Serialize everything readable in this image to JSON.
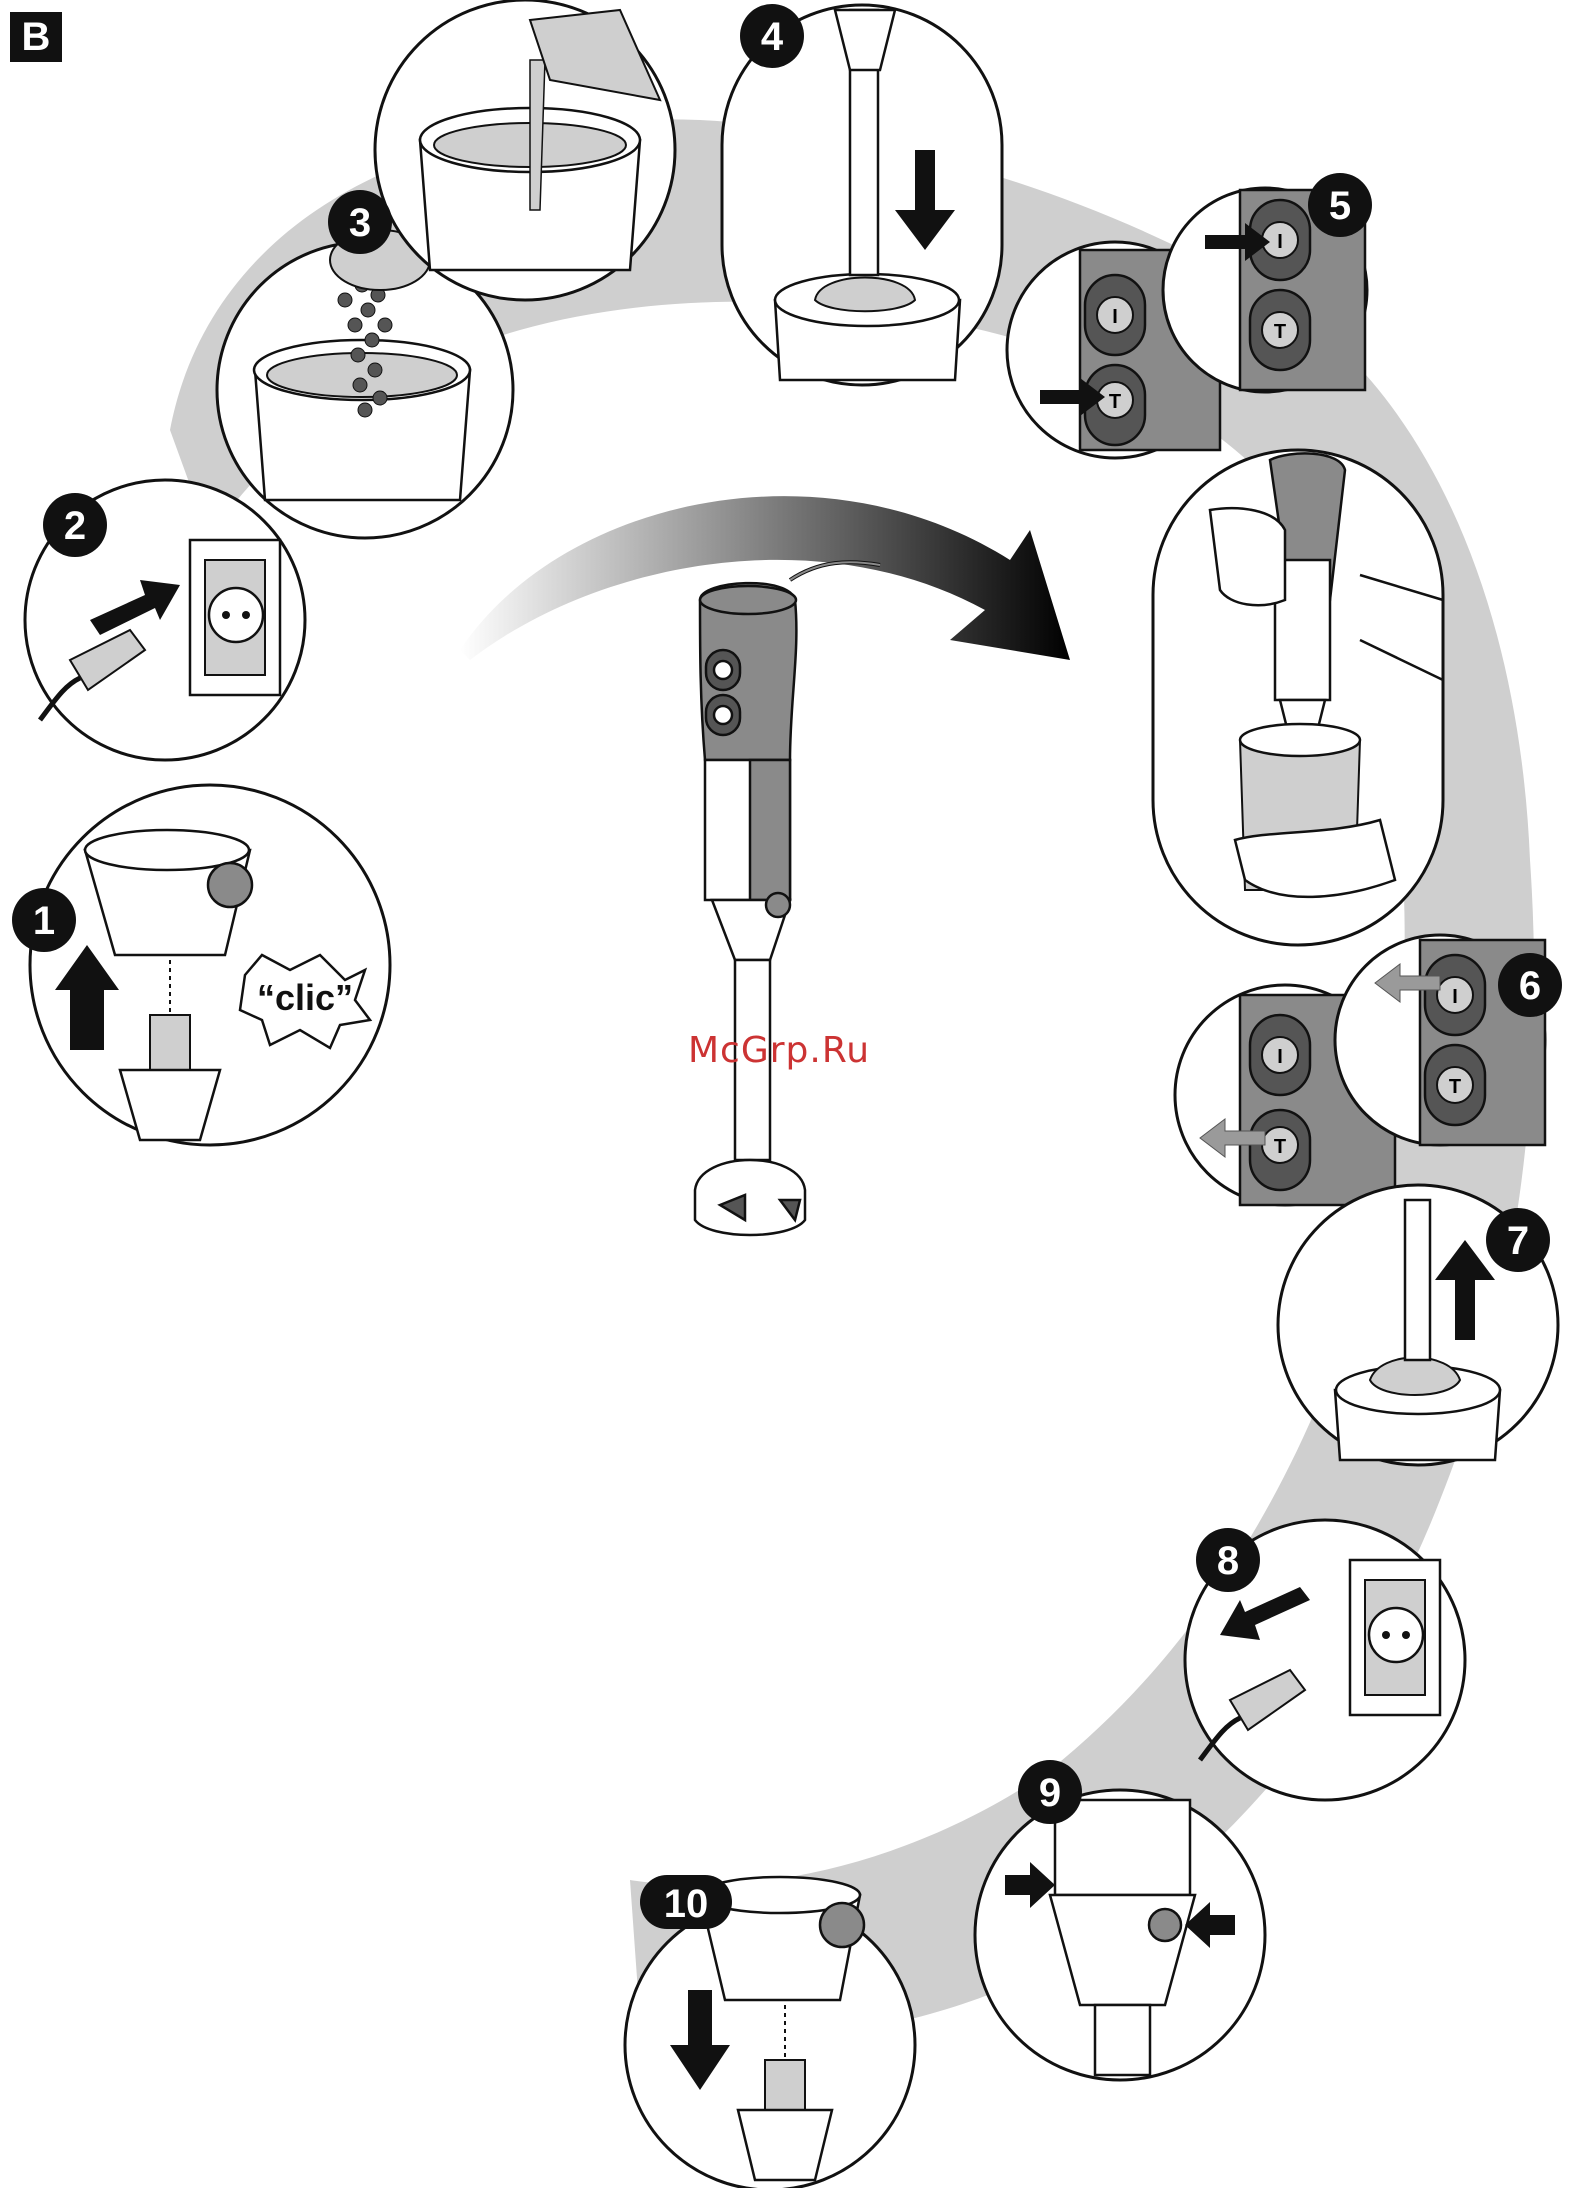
{
  "section_label": "B",
  "watermark": "McGrp.Ru",
  "clic_text": "“clic”",
  "steps": [
    "1",
    "2",
    "3",
    "4",
    "5",
    "6",
    "7",
    "8",
    "9",
    "10"
  ],
  "button_symbols": {
    "on": "I",
    "turbo": "T"
  },
  "colors": {
    "shadow": "#c8c8c8",
    "grip": "#8a8a8a",
    "outline": "#111111"
  }
}
